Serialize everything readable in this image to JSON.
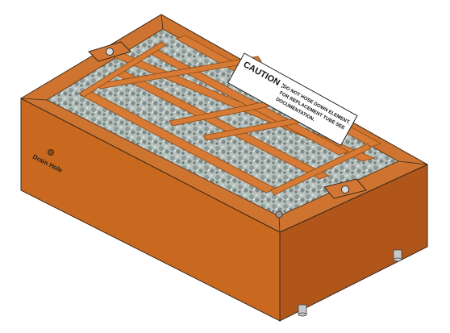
{
  "illustration": {
    "drain_label": "Drain Hole",
    "caution": {
      "heading": "CAUTION :",
      "lines": [
        "DO NOT HOSE DOWN ELEMENT.",
        "FOR REPLACEMENT TUBE SEE",
        "DOCUMENTATION."
      ]
    },
    "colors": {
      "box_front": "#c9681f",
      "box_side": "#b95a16",
      "box_top_rim": "#cf7430",
      "rim_inner": "#a8521a",
      "rod": "#d77a35",
      "media": "#9aa7a3",
      "outline": "#3a2a1a",
      "caution_bg": "#ffffff",
      "feet": "#c0c0c0"
    }
  }
}
